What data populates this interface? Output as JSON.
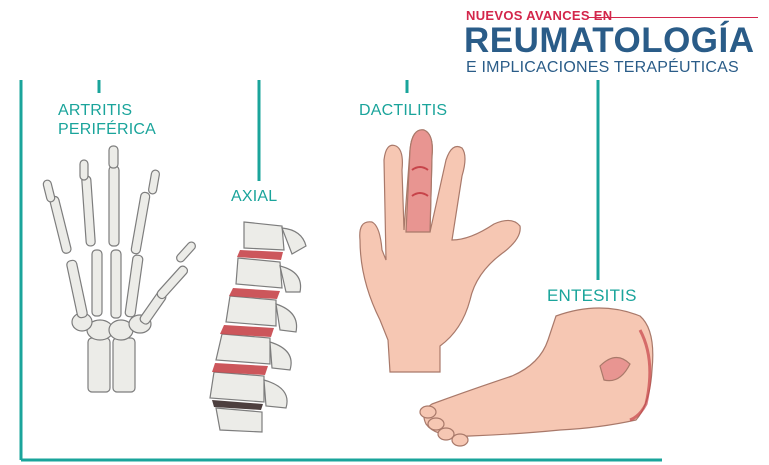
{
  "brand": {
    "top": "NUEVOS AVANCES EN",
    "main": "REUMATOLOGÍA",
    "sub": "E IMPLICACIONES TERAPÉUTICAS"
  },
  "labels": {
    "artritis_line1": "ARTRITIS",
    "artritis_line2": "PERIFÉRICA",
    "axial": "AXIAL",
    "dactilitis": "DACTILITIS",
    "entesitis": "ENTESITIS"
  },
  "colors": {
    "teal": "#1aa49b",
    "brand_blue": "#2a5c88",
    "brand_red": "#d3264b",
    "skin": "#f6c7b3",
    "bone": "#ecece8",
    "inflammation": "#c7444a"
  }
}
